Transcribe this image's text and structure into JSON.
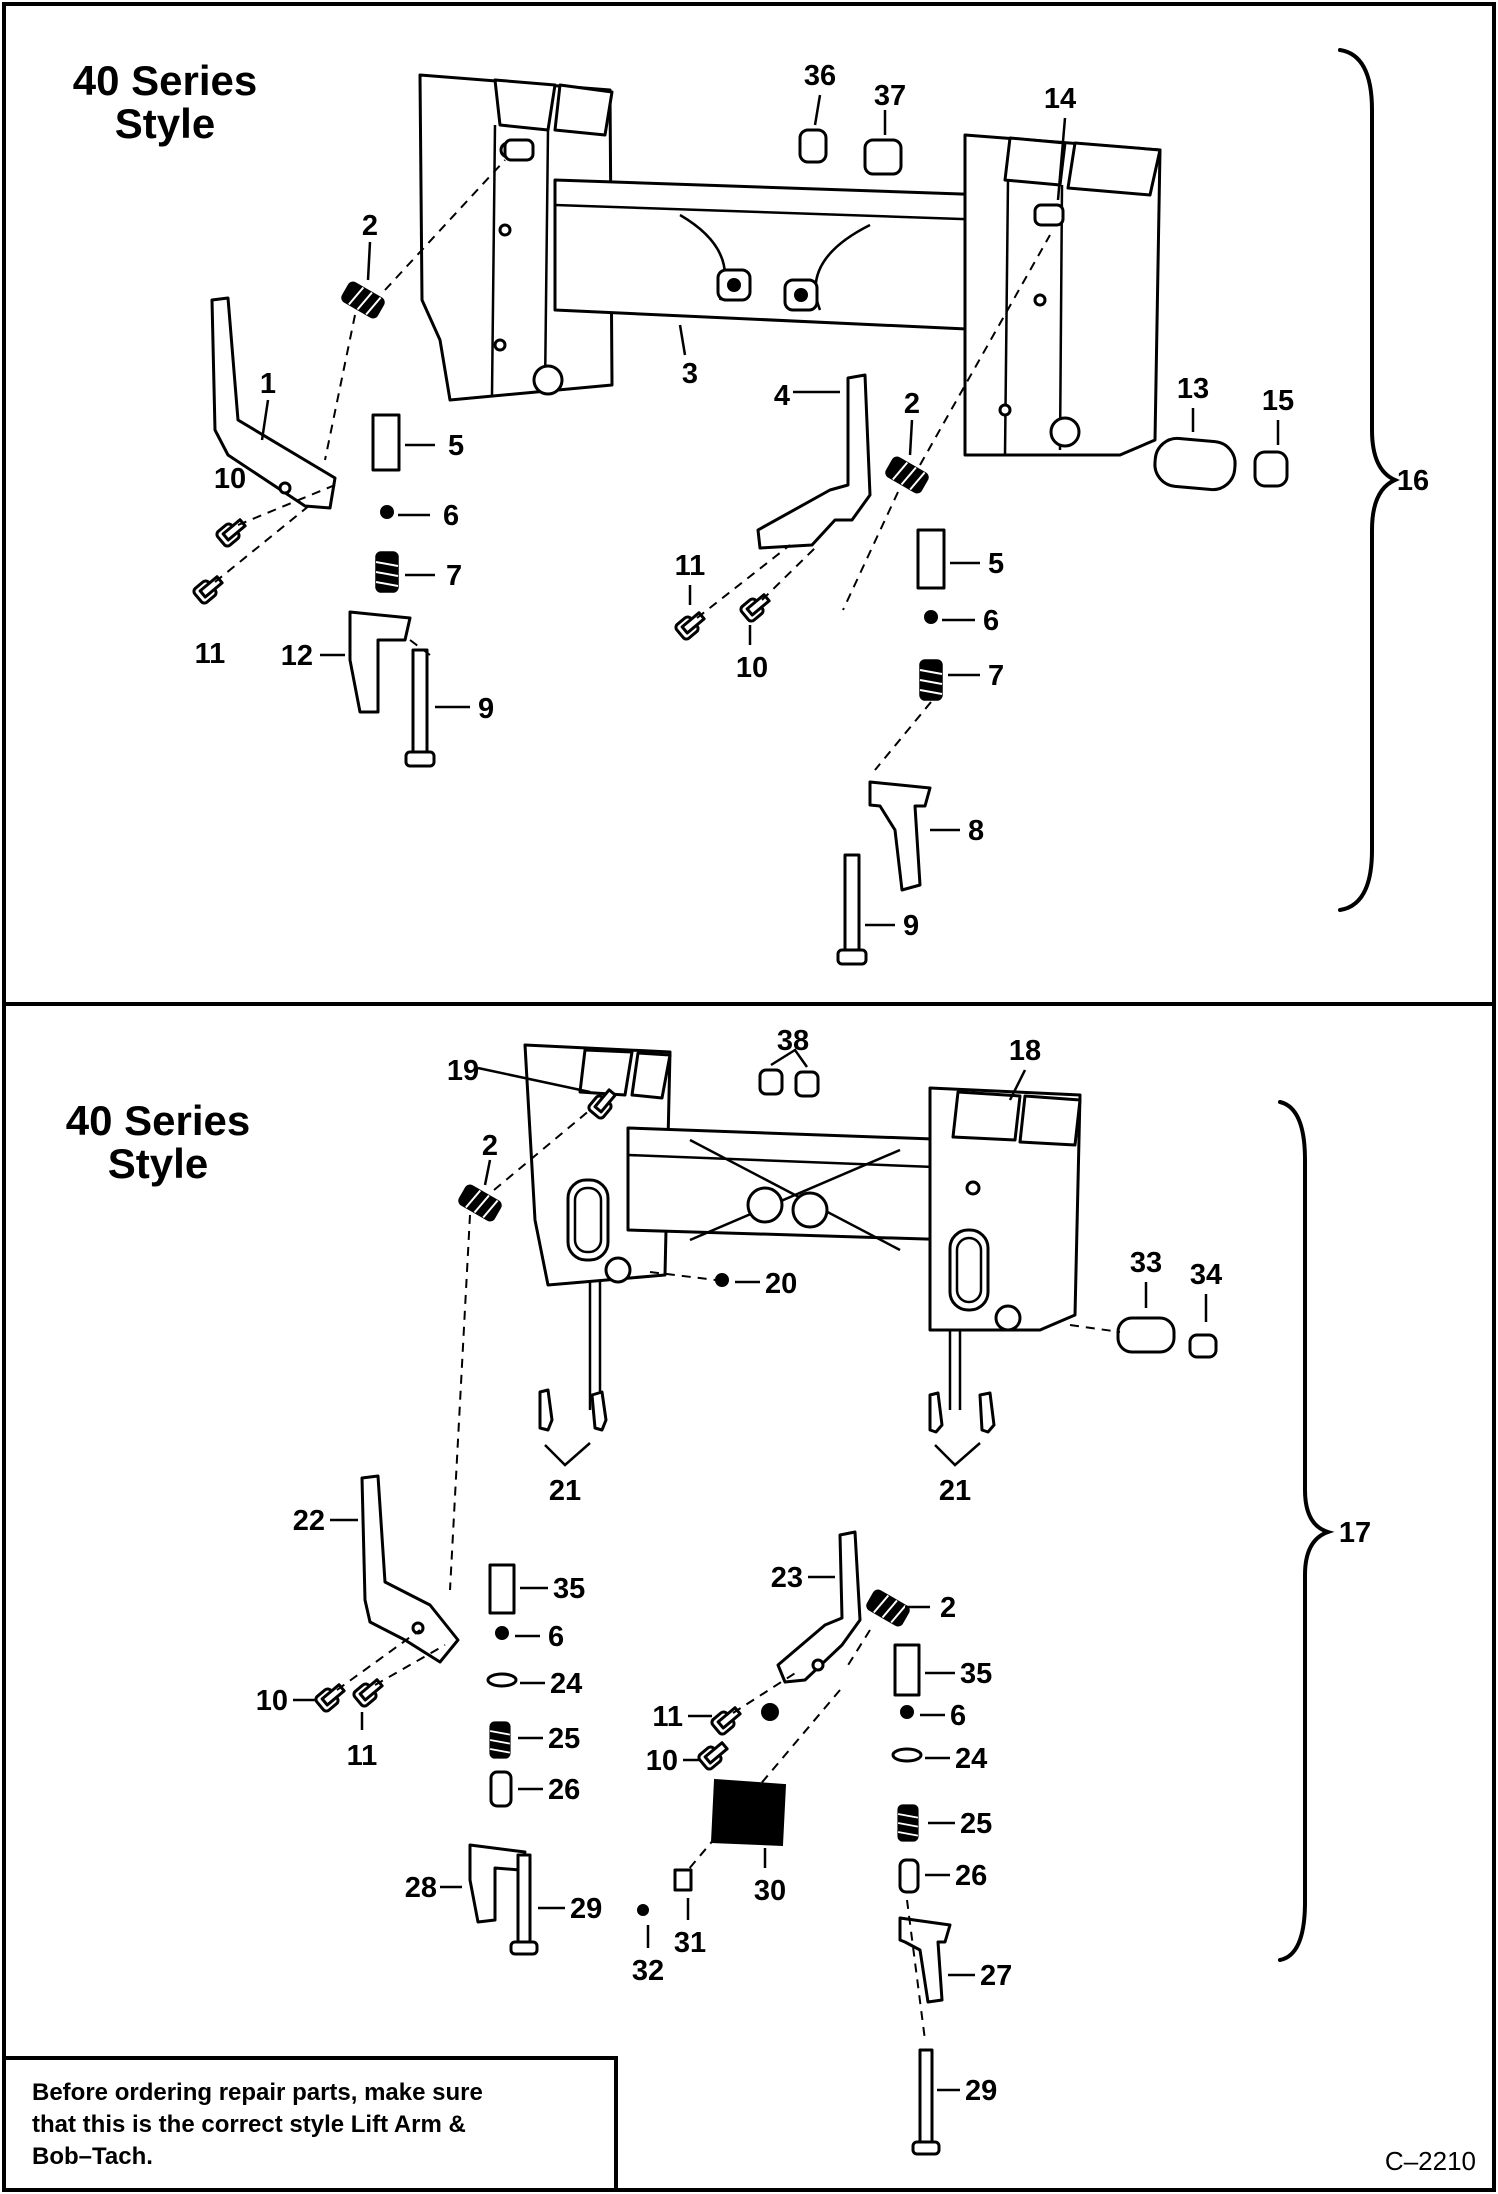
{
  "panels": [
    {
      "title_line1": "40 Series",
      "title_line2": "Style",
      "assembly_label": "16",
      "callouts": [
        "1",
        "2",
        "2",
        "3",
        "4",
        "5",
        "5",
        "6",
        "6",
        "7",
        "7",
        "8",
        "9",
        "9",
        "10",
        "10",
        "11",
        "11",
        "12",
        "13",
        "14",
        "15",
        "36",
        "37"
      ]
    },
    {
      "title_line1": "40 Series",
      "title_line2": "Style",
      "assembly_label": "17",
      "callouts": [
        "2",
        "2",
        "6",
        "6",
        "10",
        "10",
        "11",
        "11",
        "18",
        "19",
        "20",
        "21",
        "21",
        "22",
        "23",
        "24",
        "24",
        "25",
        "25",
        "26",
        "26",
        "27",
        "28",
        "29",
        "29",
        "30",
        "31",
        "32",
        "33",
        "34",
        "35",
        "35",
        "38"
      ]
    }
  ],
  "note": {
    "line1": "Before ordering repair parts, make sure",
    "line2": "that this is the correct style Lift Arm &",
    "line3": "Bob–Tach."
  },
  "figure_code": "C–2210"
}
